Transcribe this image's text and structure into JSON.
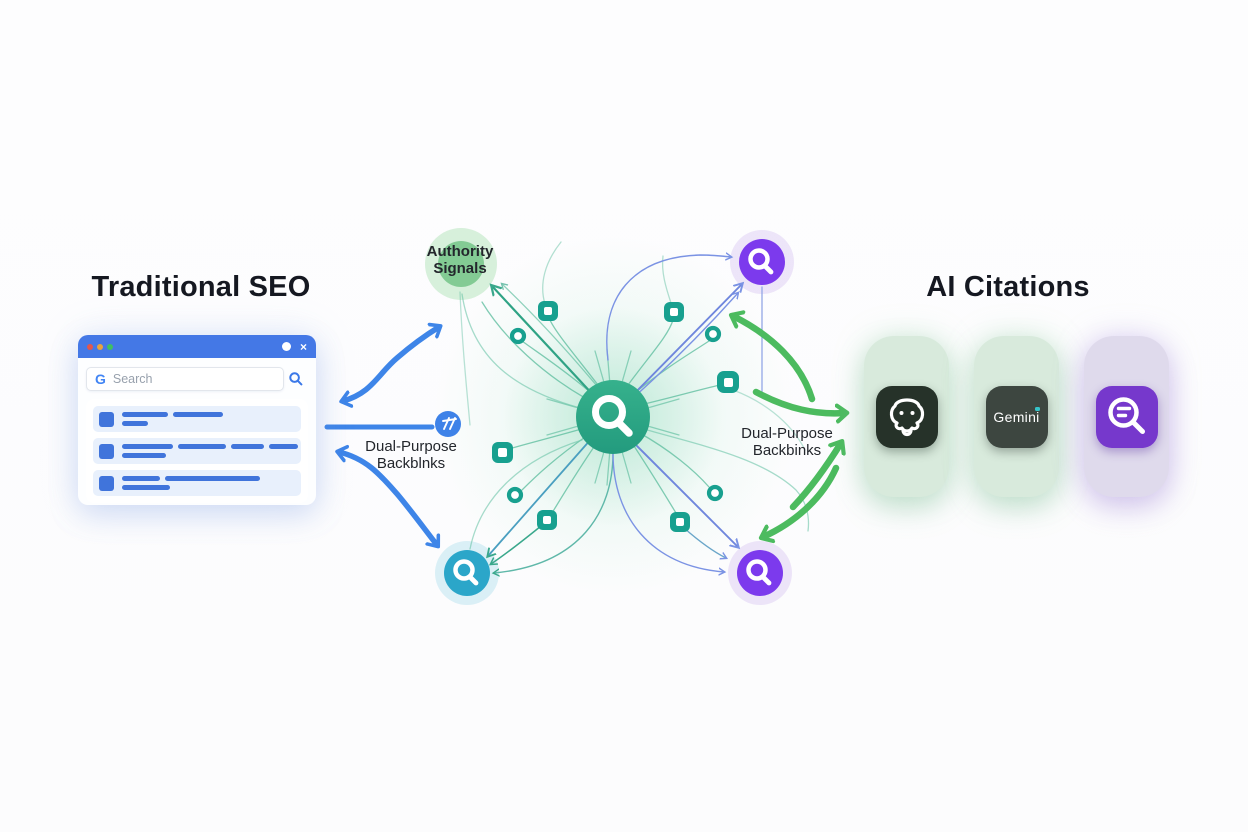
{
  "left_panel": {
    "heading": "Traditional SEO",
    "browser": {
      "window_control_dots": [
        "red",
        "orange",
        "green"
      ],
      "close_icon": "×",
      "google_logo_letter": "G",
      "search_placeholder": "Search",
      "search_icon": "magnifier-icon",
      "results_count": 3
    }
  },
  "network": {
    "hub_icon": "magnifier-icon",
    "authority_label_line1": "Authority",
    "authority_label_line2": "Signals",
    "left_link_label_line1": "Dual-Purpose",
    "left_link_label_line2": "Backblnks",
    "right_link_label_line1": "Dual-Purpose",
    "right_link_label_line2": "Backbinks",
    "satellite_nodes": [
      {
        "name": "authority-signals-node",
        "color": "green"
      },
      {
        "name": "search-node-top-right",
        "color": "purple"
      },
      {
        "name": "search-node-bottom-right",
        "color": "purple"
      },
      {
        "name": "search-node-bottom-left",
        "color": "cyan"
      }
    ],
    "link_badge_icon": "backlink-icon"
  },
  "right_panel": {
    "heading": "AI Citations",
    "apps": [
      {
        "name": "chat-assistant",
        "icon": "ghost-face-icon"
      },
      {
        "name": "gemini",
        "label": "Gemini"
      },
      {
        "name": "ai-search",
        "icon": "magnifier-lines-icon"
      }
    ]
  },
  "colors": {
    "hub_green": "#2BA586",
    "node_teal": "#18A08F",
    "node_cyan": "#2BA6C9",
    "node_purple": "#7C3AED",
    "authority_green": "#7CC88E",
    "arrow_blue": "#3E85E8",
    "arrow_green": "#4CBB5F",
    "browser_bar_blue": "#4478E6",
    "result_bar_blue": "#4074DB",
    "card_green": "#D8EADC",
    "card_purple": "#DFDAEC",
    "gemini_dot_teal": "#35C3C9"
  }
}
